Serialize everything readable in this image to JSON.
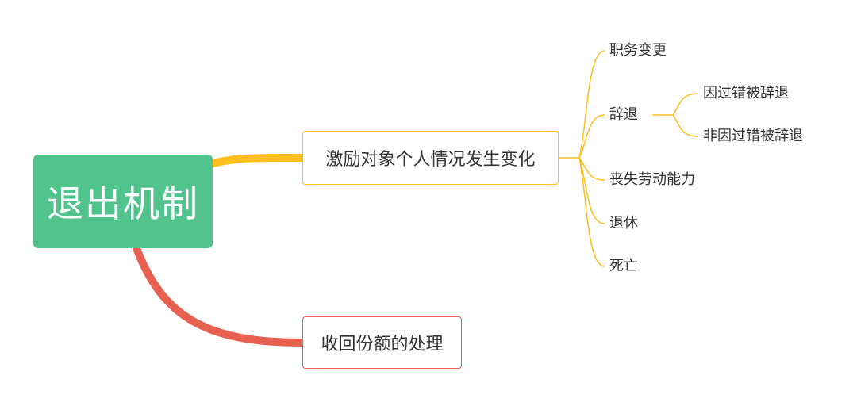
{
  "colors": {
    "root_fill": "#50C48C",
    "branch_yellow": "#FFBF1F",
    "branch_red": "#E8604F",
    "text": "#333333"
  },
  "root": {
    "label": "退出机制"
  },
  "branches": [
    {
      "label": "激励对象个人情况发生变化",
      "children": [
        {
          "label": "职务变更"
        },
        {
          "label": "辞退",
          "children": [
            {
              "label": "因过错被辞退"
            },
            {
              "label": "非因过错被辞退"
            }
          ]
        },
        {
          "label": "丧失劳动能力"
        },
        {
          "label": "退休"
        },
        {
          "label": "死亡"
        }
      ]
    },
    {
      "label": "收回份额的处理"
    }
  ]
}
